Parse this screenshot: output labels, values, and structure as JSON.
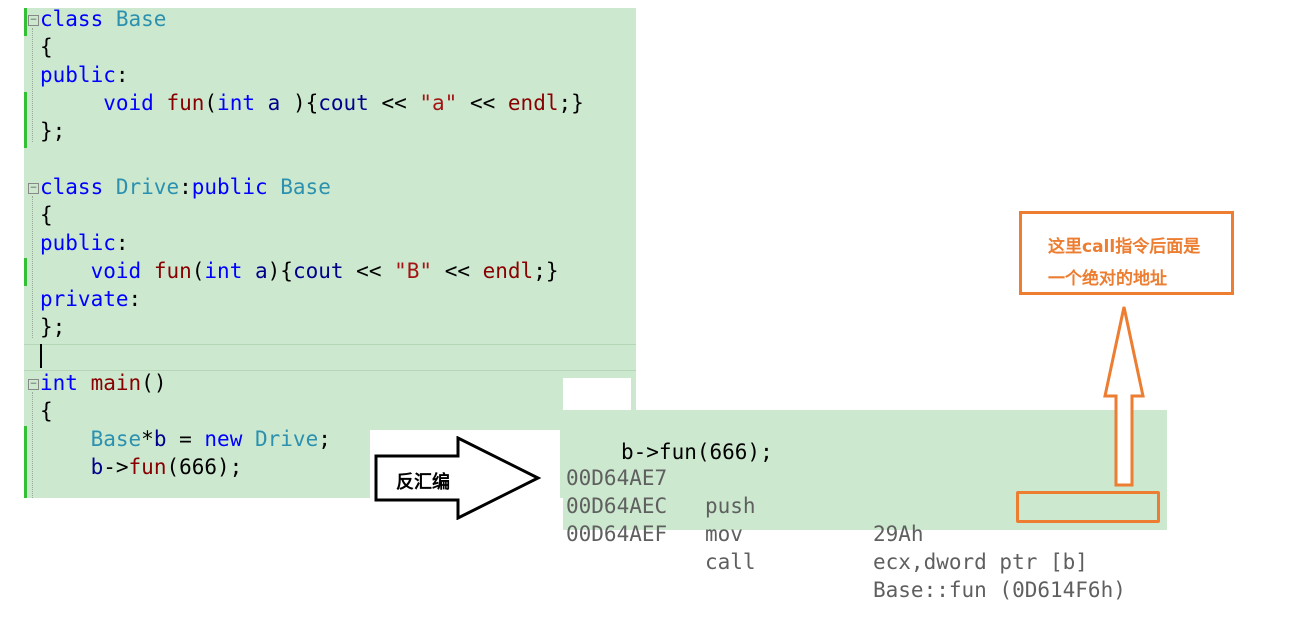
{
  "code": {
    "lines": [
      {
        "id": "l1",
        "parts": [
          [
            "kw",
            "class"
          ],
          [
            "plain",
            " "
          ],
          [
            "ty",
            "Base"
          ]
        ]
      },
      {
        "id": "l2",
        "parts": [
          [
            "plain",
            "{"
          ]
        ]
      },
      {
        "id": "l3",
        "parts": [
          [
            "kw",
            "public"
          ],
          [
            "plain",
            ":"
          ]
        ]
      },
      {
        "id": "l4",
        "parts": [
          [
            "plain",
            "     "
          ],
          [
            "kw",
            "void"
          ],
          [
            "plain",
            " "
          ],
          [
            "fn",
            "fun"
          ],
          [
            "plain",
            "("
          ],
          [
            "kw",
            "int"
          ],
          [
            "plain",
            " "
          ],
          [
            "id",
            "a"
          ],
          [
            "plain",
            " ){"
          ],
          [
            "id",
            "cout"
          ],
          [
            "plain",
            " << "
          ],
          [
            "str",
            "\"a\""
          ],
          [
            "plain",
            " << "
          ],
          [
            "fn",
            "endl"
          ],
          [
            "plain",
            ";}"
          ]
        ]
      },
      {
        "id": "l5",
        "parts": [
          [
            "plain",
            "};"
          ]
        ]
      },
      {
        "id": "l6",
        "parts": []
      },
      {
        "id": "l7",
        "parts": [
          [
            "kw",
            "class"
          ],
          [
            "plain",
            " "
          ],
          [
            "ty",
            "Drive"
          ],
          [
            "plain",
            ":"
          ],
          [
            "kw",
            "public"
          ],
          [
            "plain",
            " "
          ],
          [
            "ty",
            "Base"
          ]
        ]
      },
      {
        "id": "l8",
        "parts": [
          [
            "plain",
            "{"
          ]
        ]
      },
      {
        "id": "l9",
        "parts": [
          [
            "kw",
            "public"
          ],
          [
            "plain",
            ":"
          ]
        ]
      },
      {
        "id": "l10",
        "parts": [
          [
            "plain",
            "    "
          ],
          [
            "kw",
            "void"
          ],
          [
            "plain",
            " "
          ],
          [
            "fn",
            "fun"
          ],
          [
            "plain",
            "("
          ],
          [
            "kw",
            "int"
          ],
          [
            "plain",
            " "
          ],
          [
            "id",
            "a"
          ],
          [
            "plain",
            "){"
          ],
          [
            "id",
            "cout"
          ],
          [
            "plain",
            " << "
          ],
          [
            "str",
            "\"B\""
          ],
          [
            "plain",
            " << "
          ],
          [
            "fn",
            "endl"
          ],
          [
            "plain",
            ";}"
          ]
        ]
      },
      {
        "id": "l11",
        "parts": [
          [
            "kw",
            "private"
          ],
          [
            "plain",
            ":"
          ]
        ]
      },
      {
        "id": "l12",
        "parts": [
          [
            "plain",
            "};"
          ]
        ]
      },
      {
        "id": "l13",
        "parts": []
      },
      {
        "id": "l14",
        "parts": [
          [
            "kw",
            "int"
          ],
          [
            "plain",
            " "
          ],
          [
            "fn",
            "main"
          ],
          [
            "plain",
            "()"
          ]
        ]
      },
      {
        "id": "l15",
        "parts": [
          [
            "plain",
            "{"
          ]
        ]
      },
      {
        "id": "l16",
        "parts": [
          [
            "plain",
            "    "
          ],
          [
            "ty",
            "Base"
          ],
          [
            "plain",
            "*"
          ],
          [
            "id",
            "b"
          ],
          [
            "plain",
            " = "
          ],
          [
            "kw",
            "new"
          ],
          [
            "plain",
            " "
          ],
          [
            "ty",
            "Drive"
          ],
          [
            "plain",
            ";"
          ]
        ]
      },
      {
        "id": "l17",
        "parts": [
          [
            "plain",
            "    "
          ],
          [
            "id",
            "b"
          ],
          [
            "plain",
            "->"
          ],
          [
            "fn",
            "fun"
          ],
          [
            "plain",
            "(666);"
          ]
        ]
      }
    ]
  },
  "arrow_label": "反汇编",
  "disasm": {
    "source_line": "b->fun(666);",
    "rows": [
      {
        "addr": "00D64AE7",
        "op": "push",
        "arg": "29Ah"
      },
      {
        "addr": "00D64AEC",
        "op": "mov",
        "arg": "ecx,dword ptr [b]"
      },
      {
        "addr": "00D64AEF",
        "op": "call",
        "arg": "Base::fun (0D614F6h)"
      }
    ]
  },
  "note": {
    "line1": "这里call指令后面是",
    "line2": "一个绝对的地址"
  },
  "colors": {
    "accent": "#ed7d31",
    "editor_bg": "#cce8cf",
    "keyword": "#0000ff",
    "type": "#2b91af",
    "function": "#880000",
    "string": "#a31515"
  }
}
